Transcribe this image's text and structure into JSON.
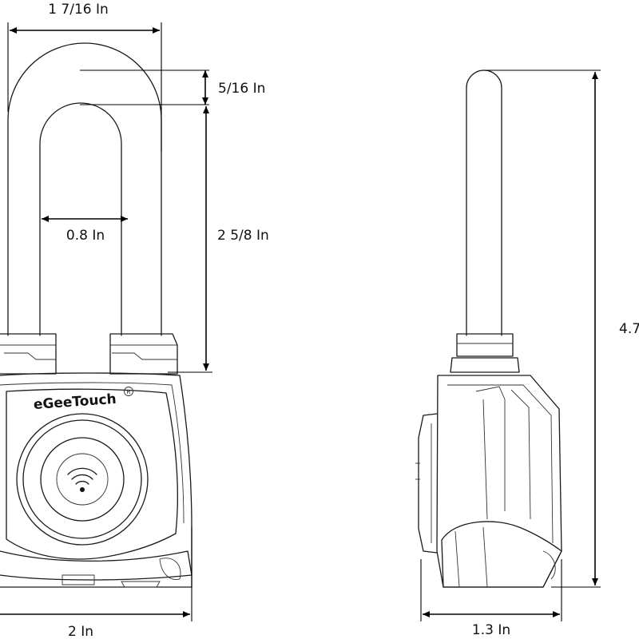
{
  "dimensions": {
    "shackle_width": "1  7/16 In",
    "shackle_thickness": "5/16 In",
    "shackle_inner_width": "0.8 In",
    "shackle_clearance": "2  5/8 In",
    "body_width": "2 In",
    "total_height": "4.7",
    "body_depth": "1.3 In"
  },
  "brand": {
    "logo_text": "eGeeTouch",
    "registered_mark": "R"
  },
  "colors": {
    "line": "#000000",
    "background": "#ffffff"
  },
  "icons": {
    "center_button": "wifi-icon"
  }
}
